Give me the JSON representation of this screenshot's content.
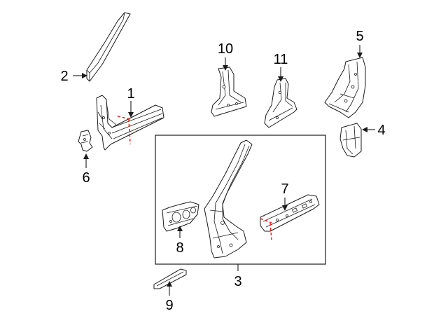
{
  "diagram": {
    "callouts": [
      {
        "id": "c1",
        "text": "1"
      },
      {
        "id": "c2",
        "text": "2"
      },
      {
        "id": "c3",
        "text": "3"
      },
      {
        "id": "c4",
        "text": "4"
      },
      {
        "id": "c5",
        "text": "5"
      },
      {
        "id": "c6",
        "text": "6"
      },
      {
        "id": "c7",
        "text": "7"
      },
      {
        "id": "c8",
        "text": "8"
      },
      {
        "id": "c9",
        "text": "9"
      },
      {
        "id": "c10",
        "text": "10"
      },
      {
        "id": "c11",
        "text": "11"
      }
    ],
    "colors": {
      "line": "#1a1a1a",
      "cut_line": "#e3261d",
      "background": "#ffffff"
    }
  }
}
